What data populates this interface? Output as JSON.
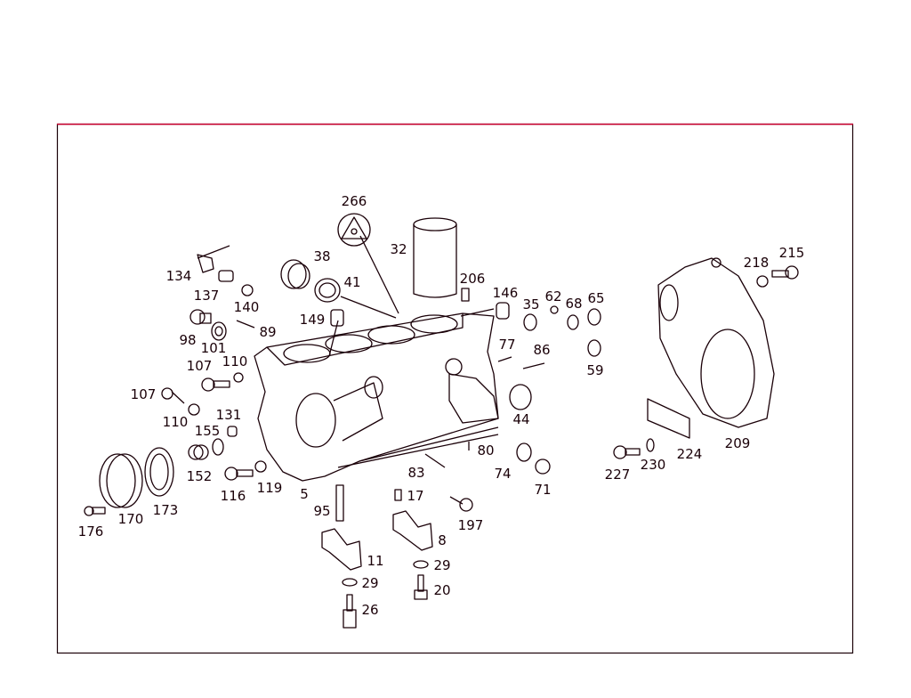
{
  "colors": {
    "frame_top": "#c8002e",
    "frame": "#1a0008",
    "line": "#1a0008",
    "fringe": "#e0003a"
  },
  "labels": [
    "266",
    "32",
    "206",
    "146",
    "35",
    "62",
    "68",
    "65",
    "38",
    "41",
    "134",
    "137",
    "140",
    "149",
    "89",
    "98",
    "101",
    "107",
    "110",
    "107",
    "110",
    "131",
    "155",
    "152",
    "116",
    "119",
    "5",
    "95",
    "17",
    "83",
    "80",
    "74",
    "71",
    "77",
    "86",
    "59",
    "44",
    "197",
    "8",
    "11",
    "29",
    "29",
    "20",
    "26",
    "170",
    "173",
    "176",
    "227",
    "230",
    "224",
    "209",
    "218",
    "215"
  ]
}
